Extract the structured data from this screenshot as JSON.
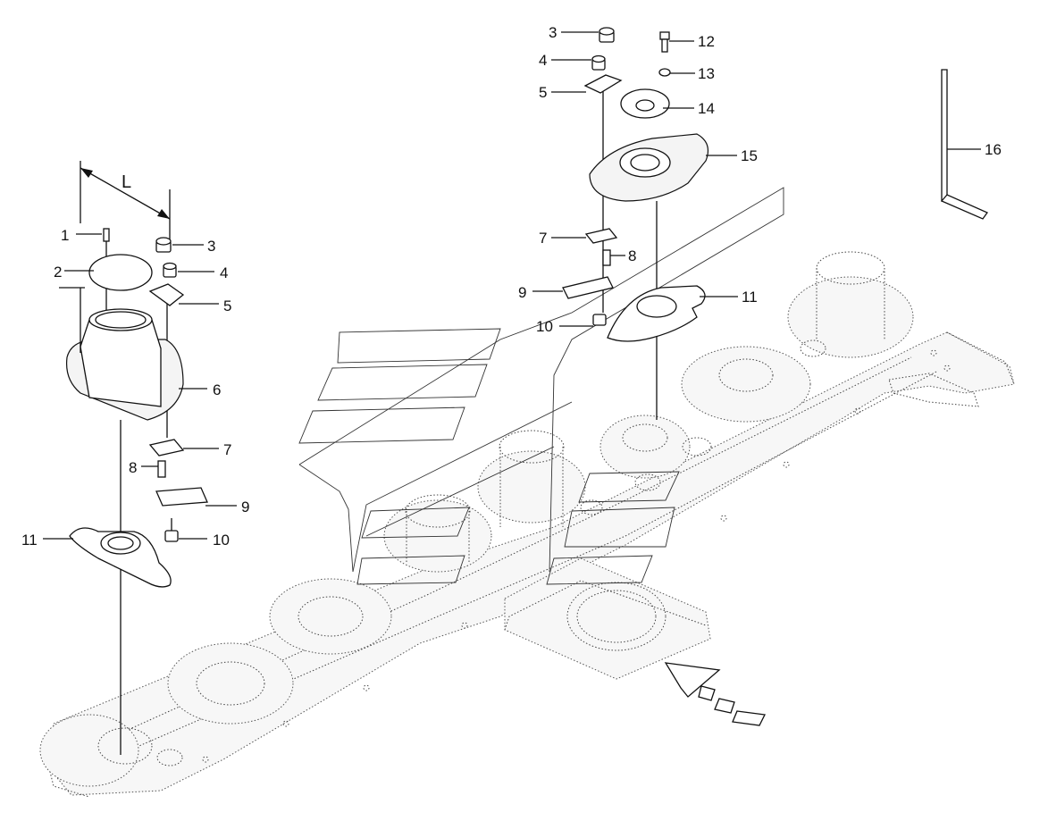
{
  "dimension": {
    "label": "L"
  },
  "callouts": {
    "c1": "1",
    "c2": "2",
    "c3": "3",
    "c4": "4",
    "c5": "5",
    "c6": "6",
    "c7": "7",
    "c8": "8",
    "c9": "9",
    "c10": "10",
    "c11": "11",
    "r3": "3",
    "r4": "4",
    "r5": "5",
    "r7": "7",
    "r8": "8",
    "r9": "9",
    "r10": "10",
    "r11": "11",
    "r12": "12",
    "r13": "13",
    "r14": "14",
    "r15": "15",
    "r16": "16"
  }
}
